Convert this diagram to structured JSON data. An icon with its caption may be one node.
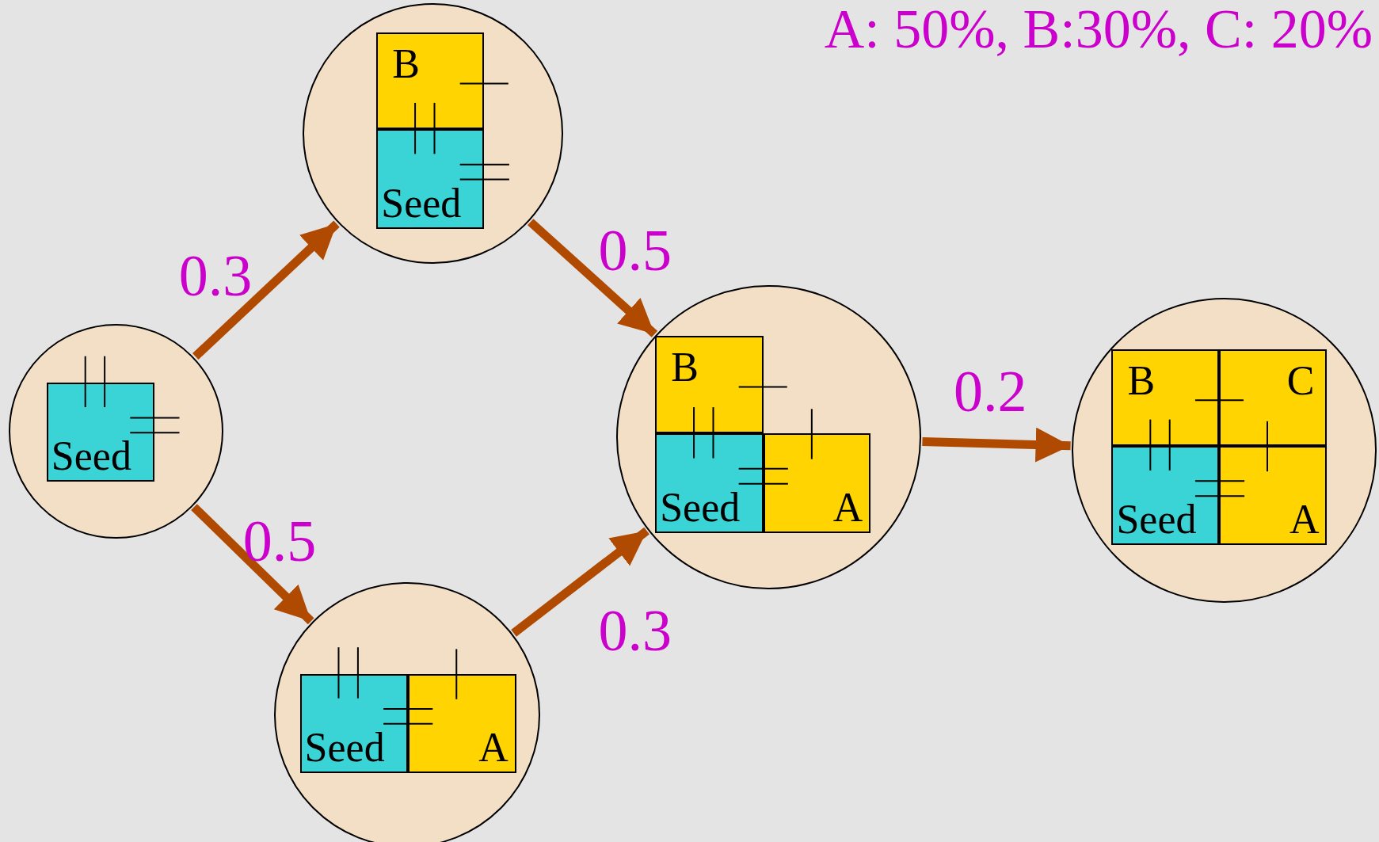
{
  "diagram": {
    "nodes": [
      {
        "text": [],
        "shape": "circle"
      },
      {
        "text": [
          "Seed"
        ],
        "in": 0
      },
      {
        "text": [],
        "shape": "circle"
      },
      {
        "text": [
          "B"
        ],
        "in": 2
      },
      {
        "text": [
          "Seed"
        ],
        "in": 2
      },
      {
        "text": [],
        "shape": "circle"
      },
      {
        "text": [
          "Seed"
        ],
        "in": 5
      },
      {
        "text": [
          "A"
        ],
        "in": 5
      },
      {
        "text": [],
        "shape": "circle"
      },
      {
        "text": [
          "B"
        ],
        "in": 8
      },
      {
        "text": [
          "Seed"
        ],
        "in": 8
      },
      {
        "text": [
          "A"
        ],
        "in": 8
      },
      {
        "text": [],
        "shape": "circle"
      },
      {
        "text": [
          "B"
        ],
        "in": 12
      },
      {
        "text": [
          "C"
        ],
        "in": 12
      },
      {
        "text": [
          "Seed"
        ],
        "in": 12
      },
      {
        "text": [
          "A"
        ],
        "in": 12
      }
    ],
    "edges": [
      {
        "from": 0,
        "to": 2,
        "arrow": "to",
        "label": "0.3"
      },
      {
        "from": 0,
        "to": 5,
        "arrow": "to",
        "label": "0.5"
      },
      {
        "from": 2,
        "to": 8,
        "arrow": "to",
        "label": "0.5"
      },
      {
        "from": 5,
        "to": 8,
        "arrow": "to",
        "label": "0.3"
      },
      {
        "from": 8,
        "to": 12,
        "arrow": "to",
        "label": "0.2"
      }
    ],
    "labels": [
      "A: 50%, B:30%, C: 20%"
    ]
  }
}
